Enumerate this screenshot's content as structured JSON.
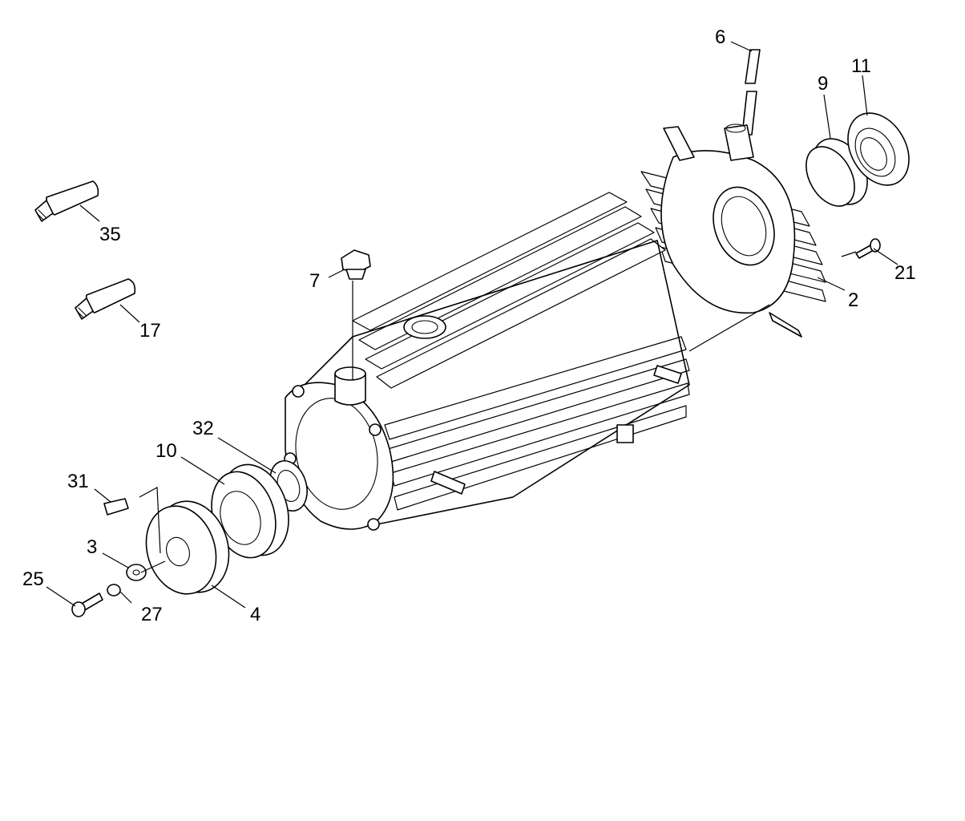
{
  "callouts": [
    {
      "id": "6",
      "label": "6"
    },
    {
      "id": "9",
      "label": "9"
    },
    {
      "id": "11",
      "label": "11"
    },
    {
      "id": "35",
      "label": "35"
    },
    {
      "id": "7",
      "label": "7"
    },
    {
      "id": "21",
      "label": "21"
    },
    {
      "id": "2",
      "label": "2"
    },
    {
      "id": "17",
      "label": "17"
    },
    {
      "id": "32",
      "label": "32"
    },
    {
      "id": "10",
      "label": "10"
    },
    {
      "id": "31",
      "label": "31"
    },
    {
      "id": "3",
      "label": "3"
    },
    {
      "id": "25",
      "label": "25"
    },
    {
      "id": "27",
      "label": "27"
    },
    {
      "id": "4",
      "label": "4"
    }
  ]
}
